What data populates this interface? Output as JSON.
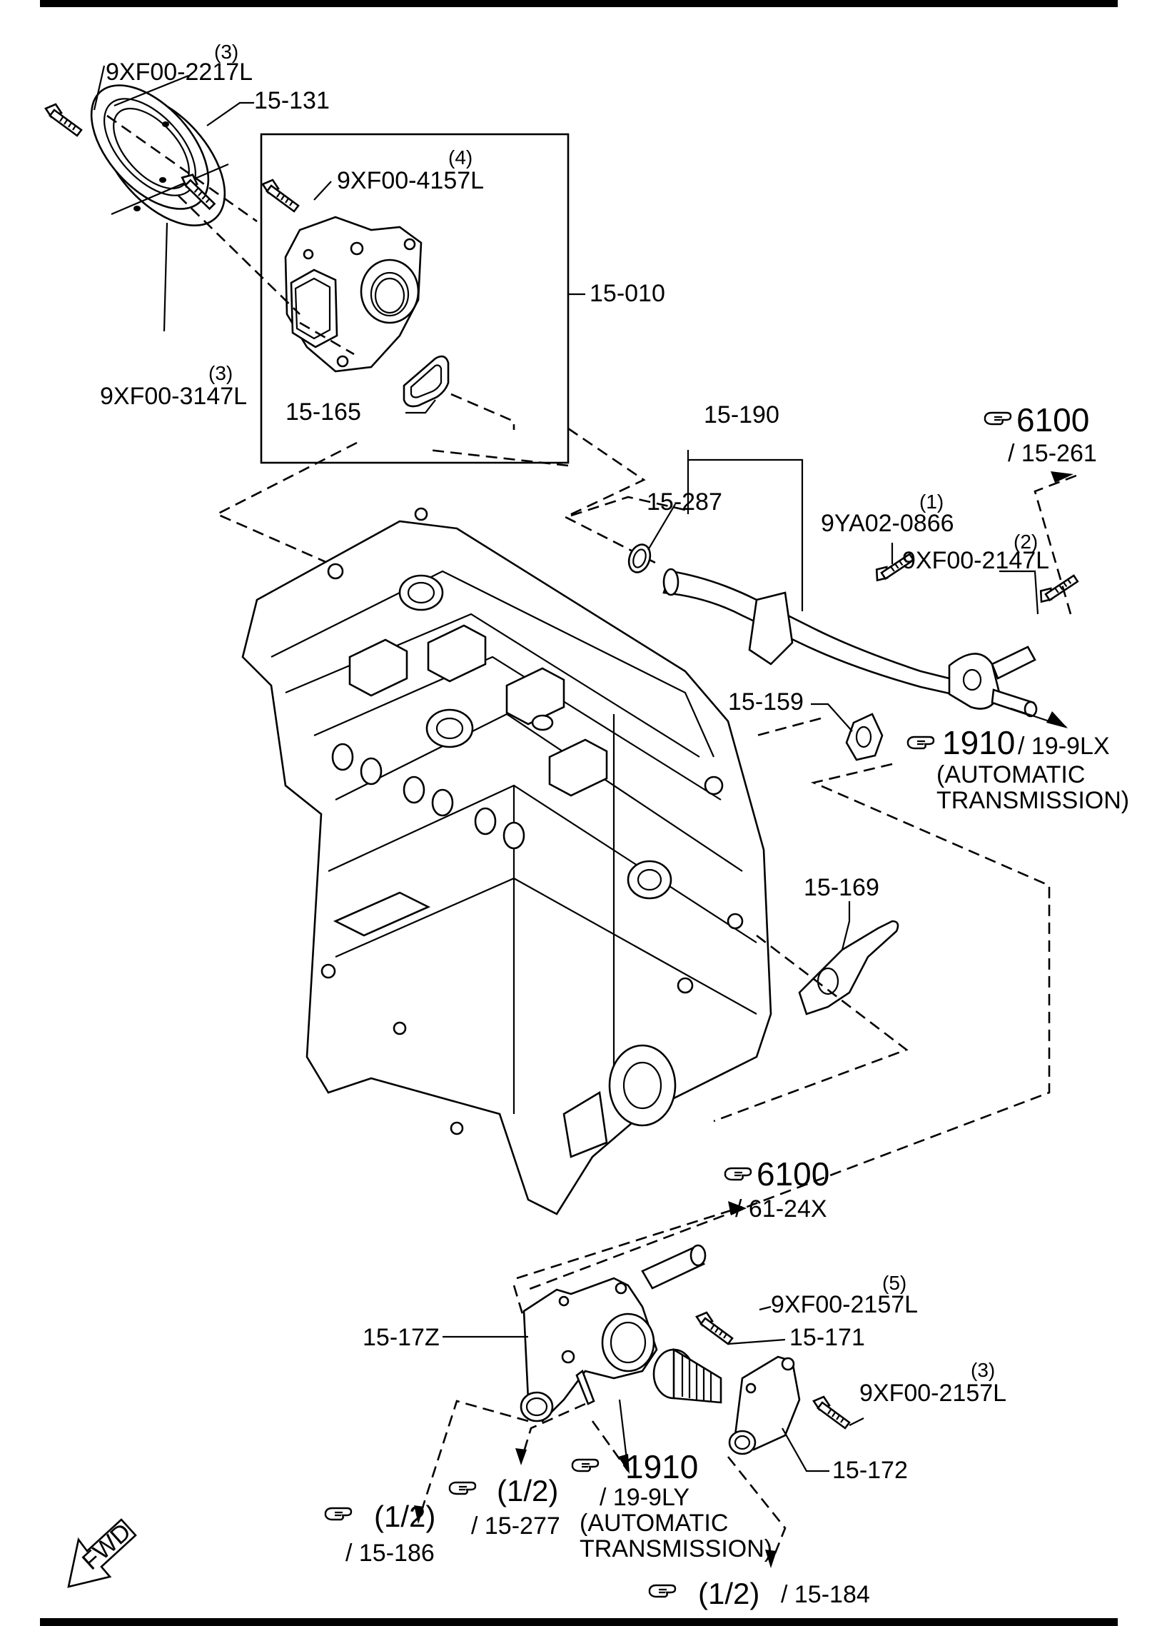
{
  "parts": {
    "p15_131": "15-131",
    "p15_010": "15-010",
    "p15_165": "15-165",
    "p15_190": "15-190",
    "p15_287": "15-287",
    "p15_159": "15-159",
    "p15_169": "15-169",
    "p15_17z": "15-17Z",
    "p15_171": "15-171",
    "p15_172": "15-172"
  },
  "bolts": [
    {
      "code": "9XF00-2217L",
      "qty": "(3)"
    },
    {
      "code": "9XF00-4157L",
      "qty": "(4)"
    },
    {
      "code": "9XF00-3147L",
      "qty": "(3)"
    },
    {
      "code": "9YA02-0866",
      "qty": "(1)"
    },
    {
      "code": "9XF00-2147L",
      "qty": "(2)"
    },
    {
      "code": "9XF00-2157L",
      "qty": "(5)"
    },
    {
      "code": "9XF00-2157L",
      "qty": "(3)"
    }
  ],
  "refs": {
    "r1": {
      "page": "6100",
      "sub": "/ 15-261"
    },
    "r2": {
      "page": "1910",
      "sub": "/ 19-9LX",
      "note1": "(AUTOMATIC",
      "note2": "TRANSMISSION)"
    },
    "r3": {
      "page": "6100",
      "sub": "/ 61-24X"
    },
    "r4": {
      "page": "(1/2)",
      "sub": "/ 15-186"
    },
    "r5": {
      "page": "(1/2)",
      "sub": "/ 15-277"
    },
    "r6": {
      "page": "1910",
      "sub": "/ 19-9LY",
      "note1": "(AUTOMATIC",
      "note2": "TRANSMISSION)"
    },
    "r7": {
      "page": "(1/2)",
      "sub": "/ 15-184"
    }
  },
  "fwd": "FWD",
  "icons": {
    "ref": "pointing-hand-icon"
  }
}
